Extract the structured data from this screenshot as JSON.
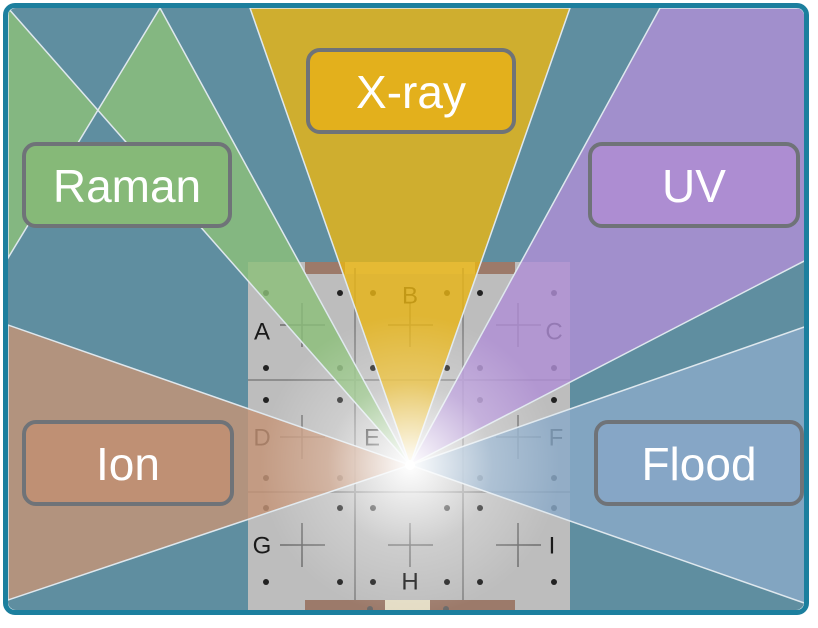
{
  "title": "",
  "colors": {
    "background": "#5f8ea0",
    "frame": "#1c7f9e",
    "label_border": "#6f7378",
    "label_text": "#ffffff",
    "plate": "#bcbcbc",
    "plate_grid": "#8e8e8e",
    "xray": "#e8b416",
    "raman": "#8cc07a",
    "uv": "#b08fd6",
    "ion": "#c49476",
    "flood": "#8aa9c8"
  },
  "sources": [
    {
      "id": "xray",
      "label": "X-ray",
      "color_key": "xray"
    },
    {
      "id": "raman",
      "label": "Raman",
      "color_key": "raman"
    },
    {
      "id": "uv",
      "label": "UV",
      "color_key": "uv"
    },
    {
      "id": "ion",
      "label": "Ion",
      "color_key": "ion"
    },
    {
      "id": "flood",
      "label": "Flood",
      "color_key": "flood"
    }
  ],
  "plate": {
    "cells": [
      "A",
      "B",
      "C",
      "D",
      "E",
      "F",
      "G",
      "H",
      "I"
    ],
    "icons": [
      "crosshair-icon",
      "mounting-hole-icon"
    ]
  }
}
